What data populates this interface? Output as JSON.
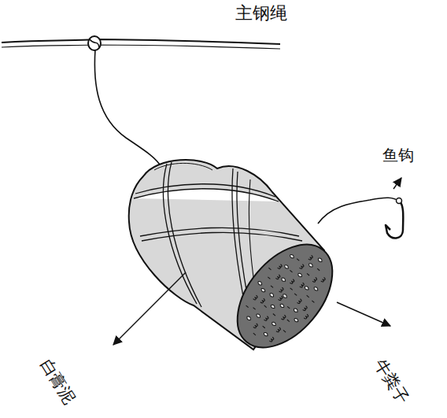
{
  "diagram": {
    "labels": [
      "主钢绳",
      "鱼钩",
      "白膏泥",
      "牛粪子"
    ]
  }
}
